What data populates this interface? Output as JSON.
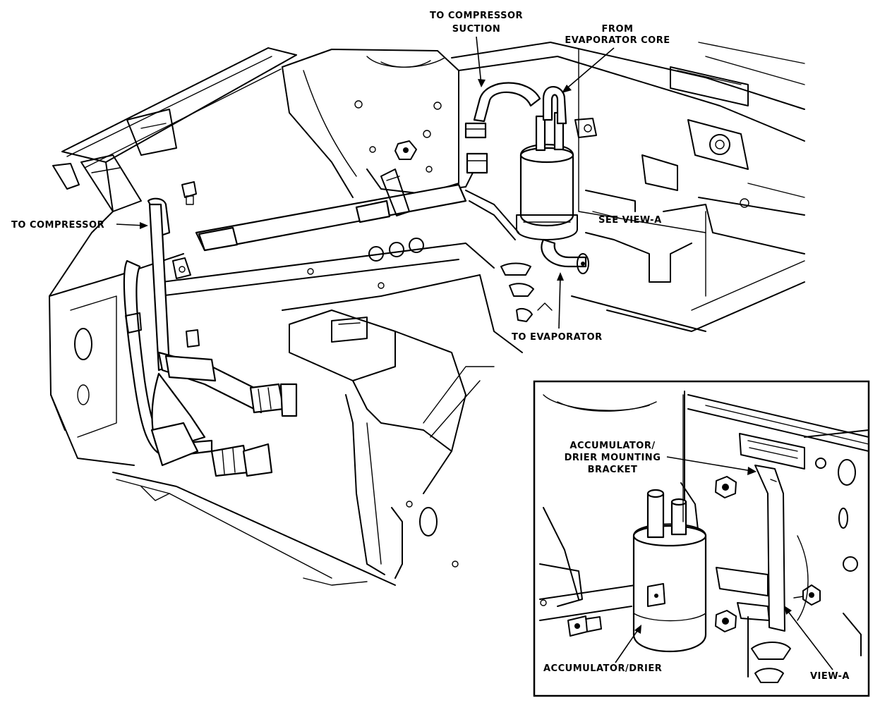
{
  "labels": {
    "to_compressor_suction_line1": "TO COMPRESSOR",
    "to_compressor_suction_line2": "SUCTION",
    "from_evaporator_line1": "FROM",
    "from_evaporator_line2": "EVAPORATOR CORE",
    "to_compressor": "TO COMPRESSOR",
    "see_view_a": "SEE VIEW-A",
    "to_evaporator": "TO EVAPORATOR"
  },
  "inset": {
    "bracket_line1": "ACCUMULATOR/",
    "bracket_line2": "DRIER MOUNTING",
    "bracket_line3": "BRACKET",
    "accumulator_drier": "ACCUMULATOR/DRIER",
    "view_a": "VIEW-A"
  }
}
